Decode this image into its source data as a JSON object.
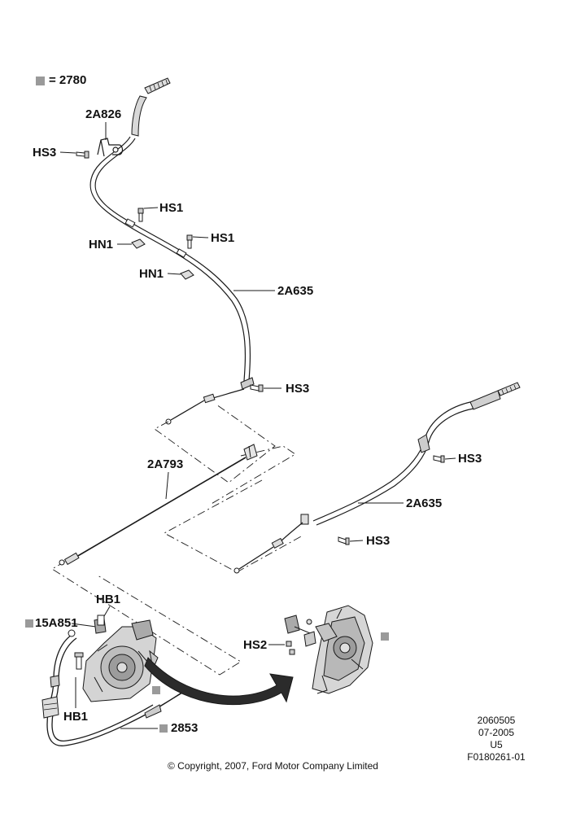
{
  "colors": {
    "line": "#1a1a1a",
    "part_fill": "#d8d8d8",
    "part_dark": "#8a8a8a",
    "marker": "#9a9a9a",
    "arrow": "#2b2b2b"
  },
  "legend": {
    "marker_icon": "gray-square-icon",
    "text": "= 2780"
  },
  "labels": {
    "l_2a826": "2A826",
    "l_hs3_top": "HS3",
    "l_hs1_a": "HS1",
    "l_hs1_b": "HS1",
    "l_hn1_a": "HN1",
    "l_hn1_b": "HN1",
    "l_2a635_left": "2A635",
    "l_hs3_mid": "HS3",
    "l_2a793": "2A793",
    "l_hs3_right": "HS3",
    "l_2a635_right": "2A635",
    "l_hs3_low": "HS3",
    "l_hb1_top": "HB1",
    "l_15a851": "15A851",
    "l_hb1_bottom": "HB1",
    "l_hs2": "HS2",
    "l_2853": "2853"
  },
  "info_block": {
    "line1": "2060505",
    "line2": "07-2005",
    "line3": "U5",
    "line4": "F0180261-01"
  },
  "copyright": "© Copyright, 2007, Ford Motor Company Limited"
}
